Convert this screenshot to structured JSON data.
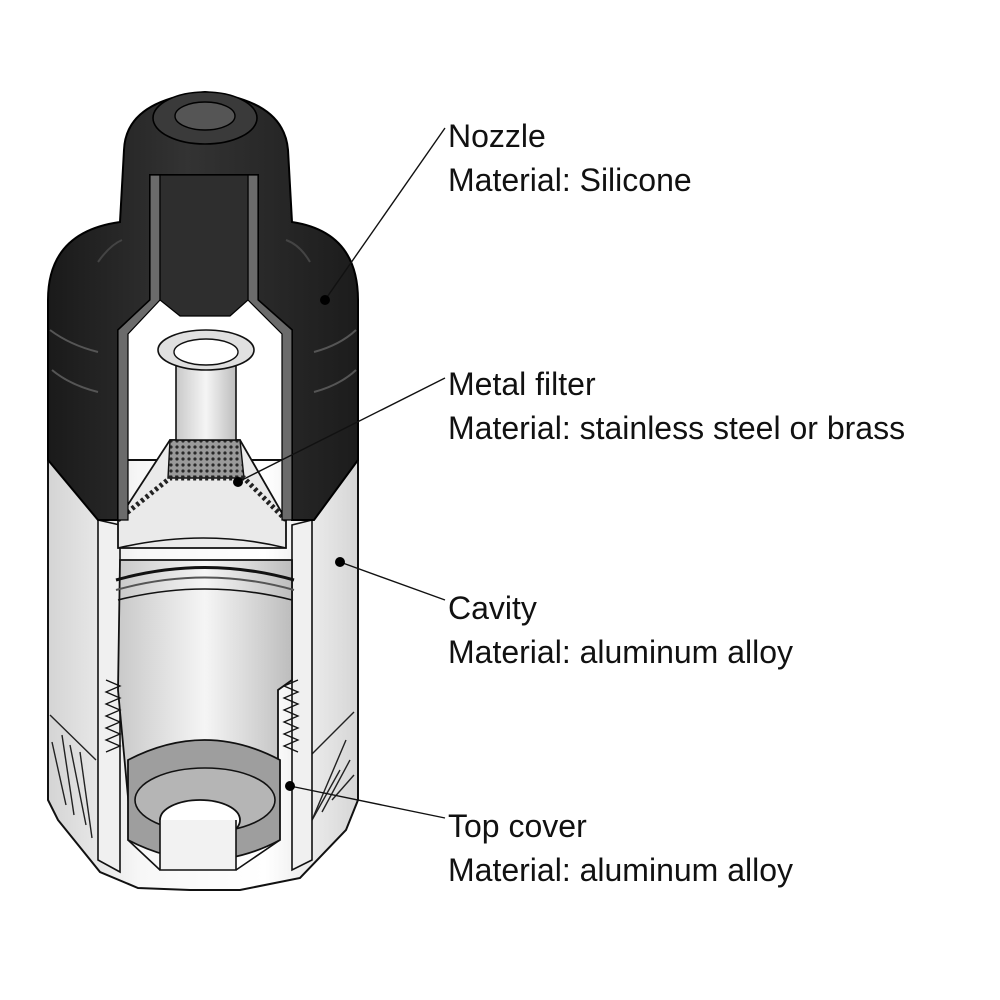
{
  "callouts": [
    {
      "title": "Nozzle",
      "material": "Material: Silicone"
    },
    {
      "title": "Metal filter",
      "material": "Material: stainless steel or brass"
    },
    {
      "title": "Cavity",
      "material": "Material: aluminum alloy"
    },
    {
      "title": "Top cover",
      "material": "Material: aluminum alloy"
    }
  ],
  "colors": {
    "silicone": "#262626",
    "aluminum": "#eeeeee",
    "outline": "#111111"
  }
}
